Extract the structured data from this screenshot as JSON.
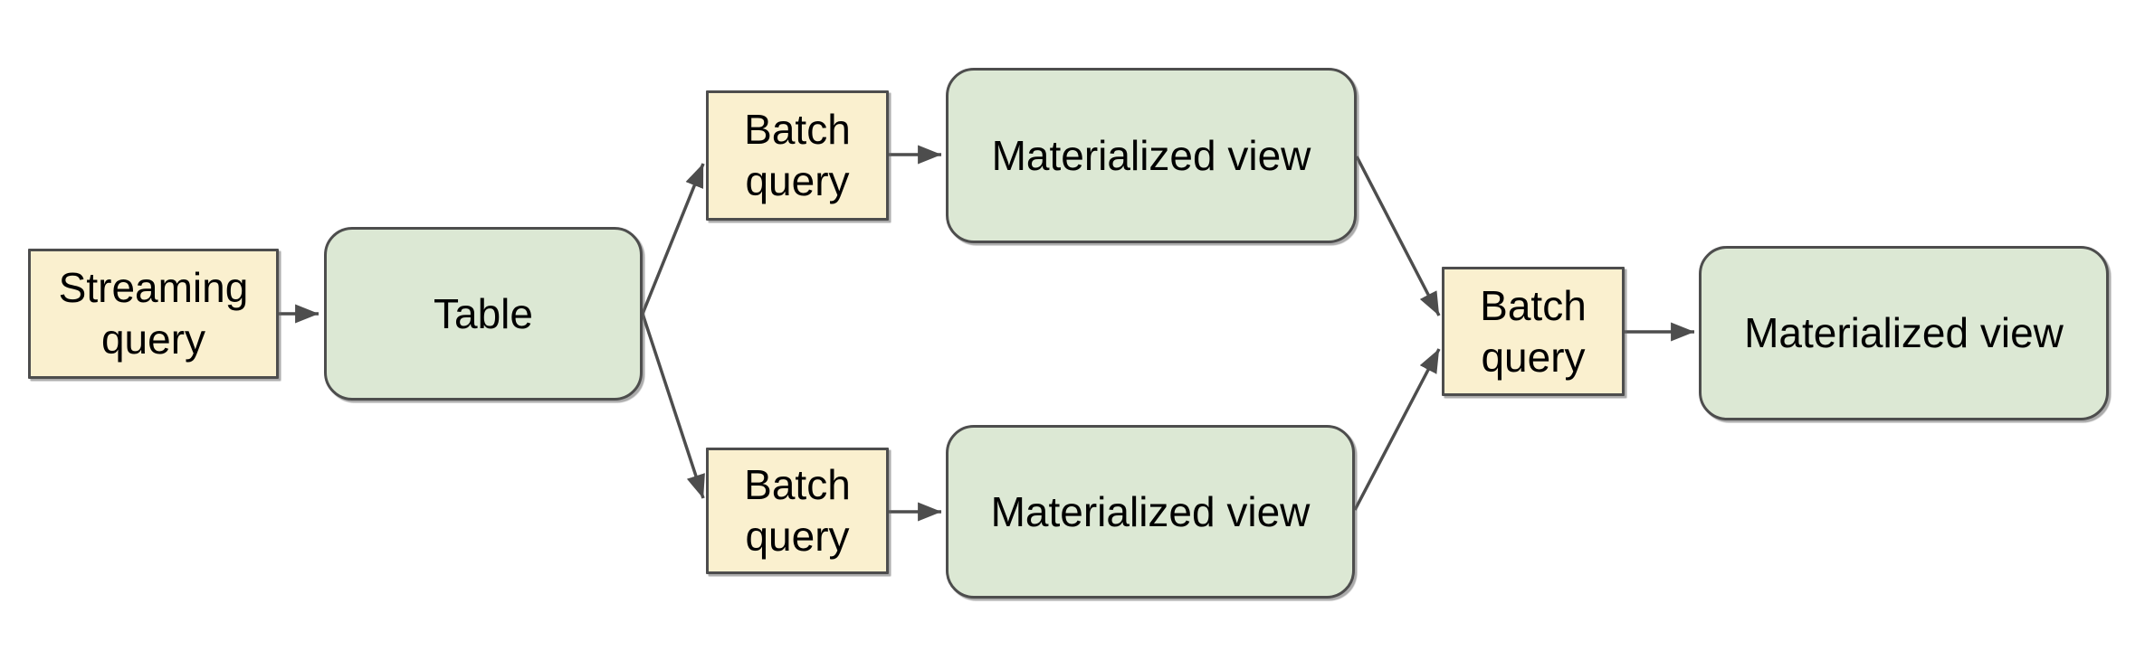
{
  "diagram": {
    "colors": {
      "canvas_bg": "#ffffff",
      "process_fill": "#faf0cf",
      "data_fill": "#dce8d4",
      "border": "#4d4d4d",
      "arrow": "#4d4d4d",
      "text": "#000000"
    },
    "nodes": [
      {
        "id": "streaming-query",
        "label": "Streaming query",
        "shape": "rectangle"
      },
      {
        "id": "table",
        "label": "Table",
        "shape": "rounded-rectangle"
      },
      {
        "id": "batch-query-top",
        "label": "Batch query",
        "shape": "rectangle"
      },
      {
        "id": "materialized-view-top",
        "label": "Materialized view",
        "shape": "rounded-rectangle"
      },
      {
        "id": "batch-query-bottom",
        "label": "Batch query",
        "shape": "rectangle"
      },
      {
        "id": "materialized-view-bottom",
        "label": "Materialized view",
        "shape": "rounded-rectangle"
      },
      {
        "id": "batch-query-merge",
        "label": "Batch query",
        "shape": "rectangle"
      },
      {
        "id": "materialized-view-final",
        "label": "Materialized view",
        "shape": "rounded-rectangle"
      }
    ],
    "edges": [
      {
        "from": "streaming-query",
        "to": "table"
      },
      {
        "from": "table",
        "to": "batch-query-top"
      },
      {
        "from": "batch-query-top",
        "to": "materialized-view-top"
      },
      {
        "from": "materialized-view-top",
        "to": "batch-query-merge"
      },
      {
        "from": "table",
        "to": "batch-query-bottom"
      },
      {
        "from": "batch-query-bottom",
        "to": "materialized-view-bottom"
      },
      {
        "from": "materialized-view-bottom",
        "to": "batch-query-merge"
      },
      {
        "from": "batch-query-merge",
        "to": "materialized-view-final"
      }
    ]
  }
}
